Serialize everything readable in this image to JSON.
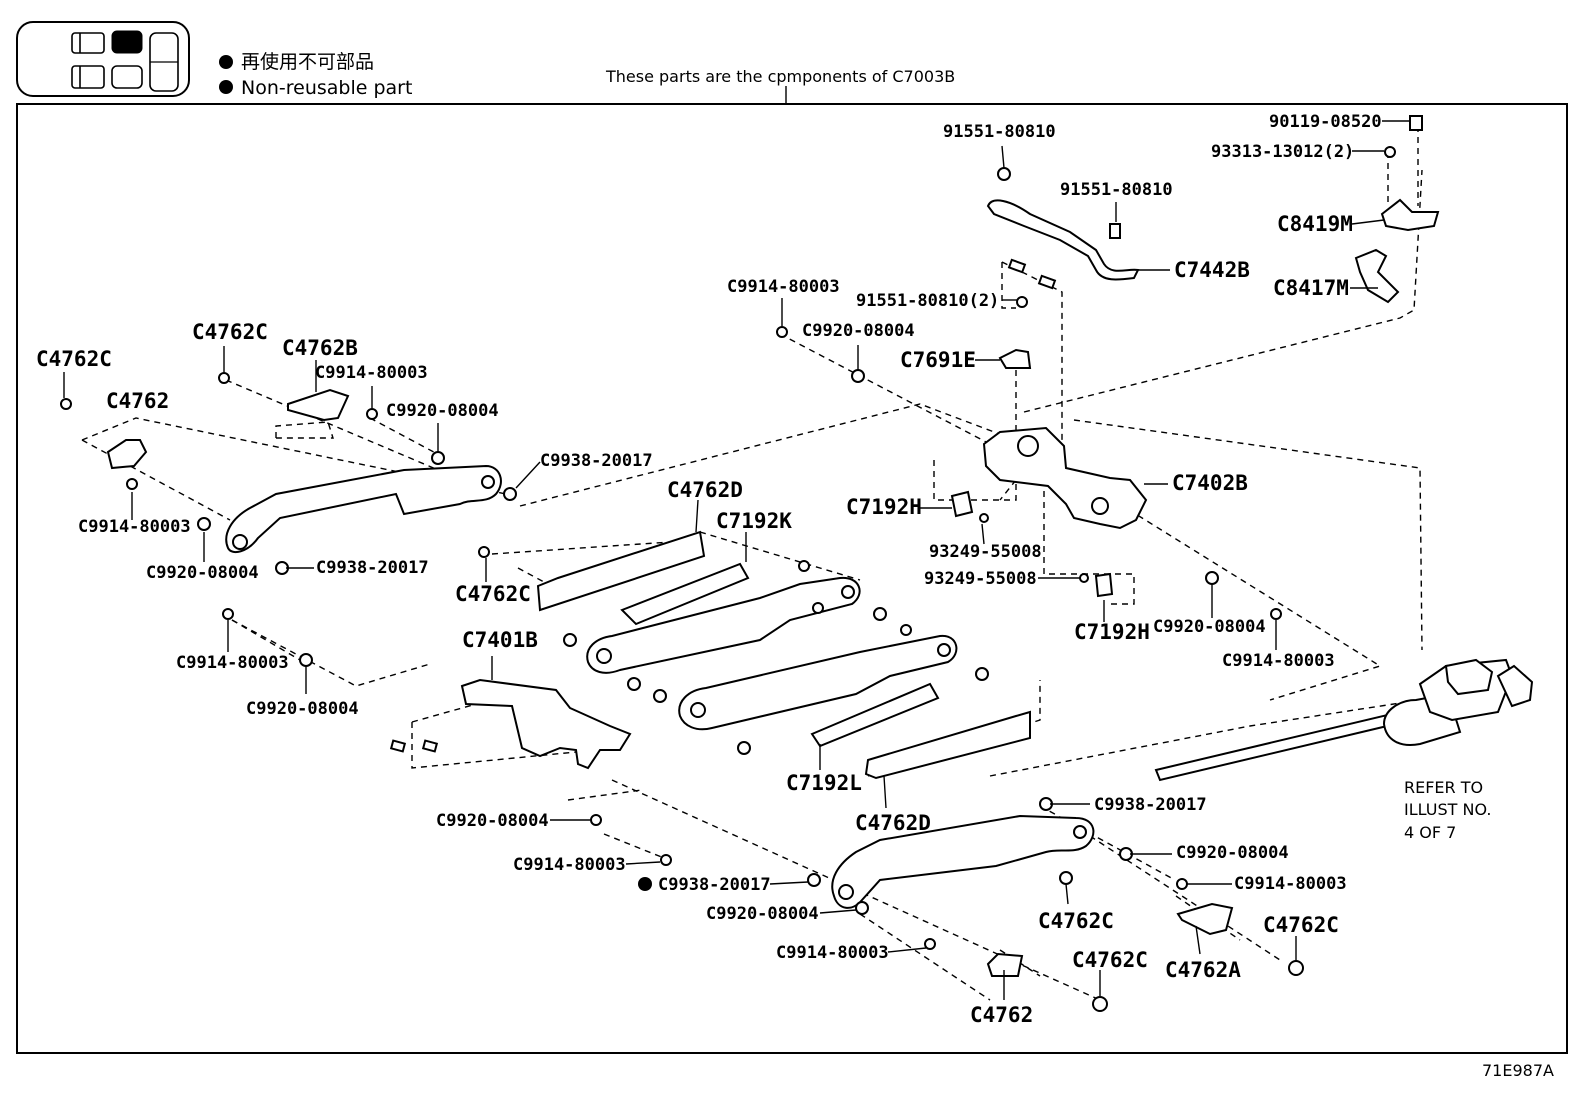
{
  "legend": {
    "japanese": "再使用不可部品",
    "english": "Non-reusable part"
  },
  "header_note": "These parts are the cpmponents of C7003B",
  "refer_note": [
    "REFER TO",
    "ILLUST NO.",
    "4 OF 7"
  ],
  "figure_code": "71E987A",
  "callouts": {
    "c01": "91551-80810",
    "c02": "90119-08520",
    "c03": "93313-13012(2)",
    "c04": "91551-80810",
    "c05": "C8419M",
    "c06": "C7442B",
    "c07": "C8417M",
    "c08": "C9914-80003",
    "c09": "91551-80810(2)",
    "c10": "C9920-08004",
    "c11": "C7691E",
    "c12": "C4762C",
    "c13": "C4762B",
    "c14": "C4762C",
    "c15": "C9914-80003",
    "c16": "C4762",
    "c17": "C9920-08004",
    "c18": "C9938-20017",
    "c19": "C7402B",
    "c20": "C9914-80003",
    "c21": "C4762D",
    "c22": "C7192H",
    "c23": "C7192K",
    "c24": "C9920-08004",
    "c25": "C9938-20017",
    "c26": "93249-55008",
    "c27": "C4762C",
    "c28": "93249-55008",
    "c29": "C7192H",
    "c30": "C9920-08004",
    "c31": "C9914-80003",
    "c32": "C9914-80003",
    "c33": "C7401B",
    "c34": "C9920-08004",
    "c35": "C7192L",
    "c36": "C4762D",
    "c37": "C9938-20017",
    "c38": "C9920-08004",
    "c39": "C9920-08004",
    "c40": "C9914-80003",
    "c41": "C9914-80003",
    "c42": "C9938-20017",
    "c43": "C9920-08004",
    "c44": "C4762C",
    "c45": "C4762C",
    "c46": "C9914-80003",
    "c47": "C4762C",
    "c48": "C4762A",
    "c49": "C4762"
  }
}
